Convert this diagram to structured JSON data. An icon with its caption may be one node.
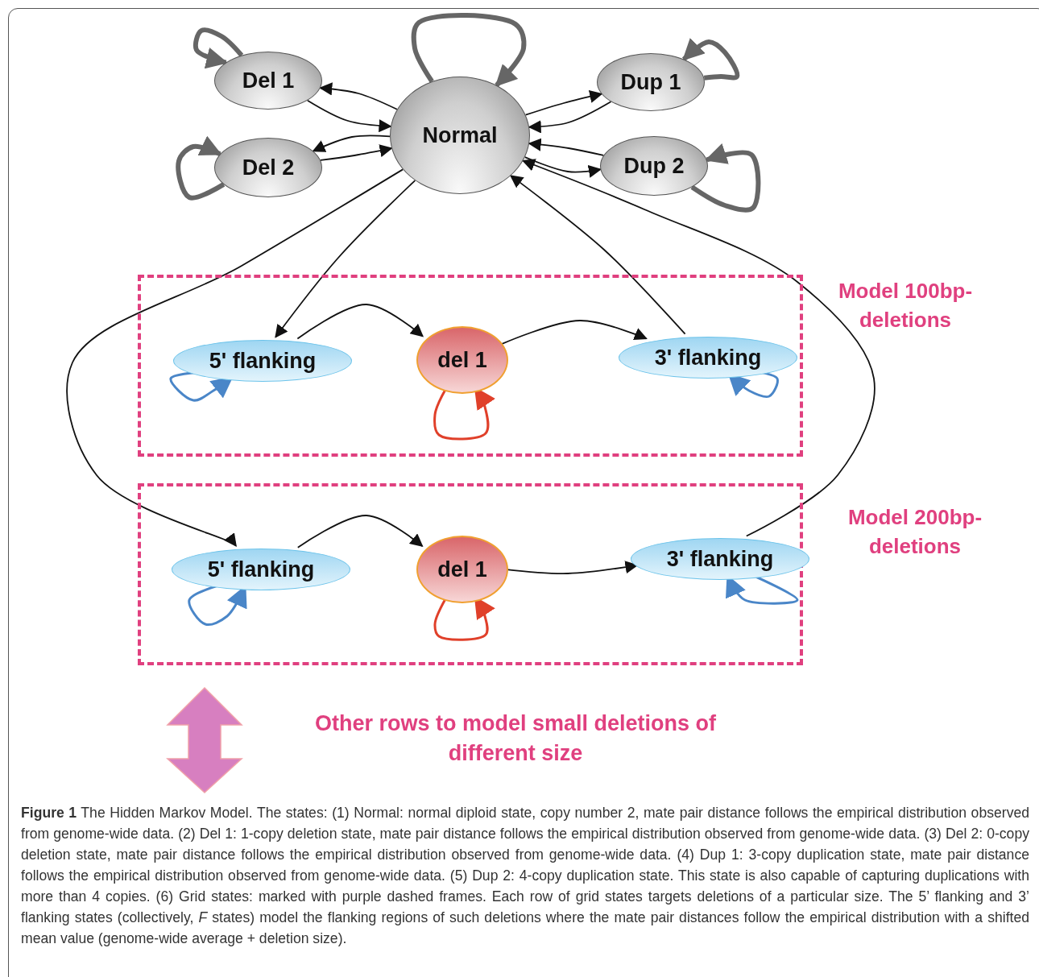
{
  "diagram": {
    "caption": "**Figure 1** The Hidden Markov Model. The states: (1) Normal: normal diploid state, copy number 2, mate pair distance follows the empirical distribution observed from genome-wide data. (2) Del 1: 1-copy deletion state, mate pair distance follows the empirical distribution observed from genome-wide data. (3) Del 2: 0-copy deletion state, mate pair distance follows the empirical distribution observed from genome-wide data. (4) Dup 1: 3-copy duplication state, mate pair distance follows the empirical distribution observed from genome-wide data. (5) Dup 2: 4-copy duplication state. This state is also capable of capturing duplications with more than 4 copies. (6) Grid states: marked with purple dashed frames. Each row of grid states targets deletions of a particular size. The 5’ flanking and 3’ flanking states (collectively, *F* states) model the flanking regions of such deletions where the mate pair distances follow the empirical distribution with a shifted mean value (genome-wide average + deletion size).",
    "nodes": [
      {
        "text": [
          "Normal"
        ]
      },
      {
        "text": [
          "Del 1"
        ]
      },
      {
        "text": [
          "Del 2"
        ]
      },
      {
        "text": [
          "Dup 1"
        ]
      },
      {
        "text": [
          "Dup 2"
        ]
      },
      {
        "text": [
          "Model 100bp-deletions"
        ]
      },
      {
        "text": [
          "5' flanking"
        ],
        "in": 5
      },
      {
        "text": [
          "del 1"
        ],
        "in": 5
      },
      {
        "text": [
          "3' flanking"
        ],
        "in": 5
      },
      {
        "text": [
          "Model 200bp-deletions"
        ]
      },
      {
        "text": [
          "5' flanking"
        ],
        "in": 9
      },
      {
        "text": [
          "del 1"
        ],
        "in": 9
      },
      {
        "text": [
          "3' flanking"
        ],
        "in": 9
      }
    ],
    "edges": [
      {
        "from": 0,
        "to": 1,
        "arrow": "to"
      },
      {
        "from": 1,
        "to": 0,
        "arrow": "to"
      },
      {
        "from": 0,
        "to": 2,
        "arrow": "to"
      },
      {
        "from": 2,
        "to": 0,
        "arrow": "to"
      },
      {
        "from": 0,
        "to": 3,
        "arrow": "to"
      },
      {
        "from": 3,
        "to": 0,
        "arrow": "to"
      },
      {
        "from": 4,
        "to": 0,
        "arrow": "to"
      },
      {
        "from": 0,
        "to": 4,
        "arrow": "to"
      },
      {
        "from": 0,
        "to": 10,
        "arrow": "to"
      },
      {
        "from": 0,
        "to": 6,
        "arrow": "to"
      },
      {
        "from": 6,
        "to": 7,
        "arrow": "to"
      },
      {
        "from": 7,
        "to": 8,
        "arrow": "to"
      },
      {
        "from": 8,
        "to": 0,
        "arrow": "to"
      },
      {
        "from": 10,
        "to": 11,
        "arrow": "to"
      },
      {
        "from": 11,
        "to": 12,
        "arrow": "to"
      },
      {
        "from": 12,
        "to": 0,
        "arrow": "to"
      },
      {
        "from": 0,
        "to": 0,
        "arrow": "to",
        "style": "thick",
        "color": "#666666"
      },
      {
        "from": 1,
        "to": 1,
        "arrow": "to",
        "style": "thick",
        "color": "#666666"
      },
      {
        "from": 2,
        "to": 2,
        "arrow": "to",
        "style": "thick",
        "color": "#666666"
      },
      {
        "from": 3,
        "to": 3,
        "arrow": "to",
        "style": "thick",
        "color": "#666666"
      },
      {
        "from": 4,
        "to": 4,
        "arrow": "to",
        "style": "thick",
        "color": "#666666"
      },
      {
        "from": 6,
        "to": 6,
        "arrow": "to",
        "color": "#4a86c8"
      },
      {
        "from": 7,
        "to": 7,
        "arrow": "to",
        "color": "#e0402a"
      },
      {
        "from": 8,
        "to": 8,
        "arrow": "to",
        "color": "#4a86c8"
      },
      {
        "from": 10,
        "to": 10,
        "arrow": "to",
        "color": "#4a86c8"
      },
      {
        "from": 11,
        "to": 11,
        "arrow": "to",
        "color": "#e0402a"
      },
      {
        "from": 12,
        "to": 12,
        "arrow": "to",
        "color": "#4a86c8"
      }
    ],
    "labels": [
      "Other rows to model small deletions of different size"
    ]
  }
}
